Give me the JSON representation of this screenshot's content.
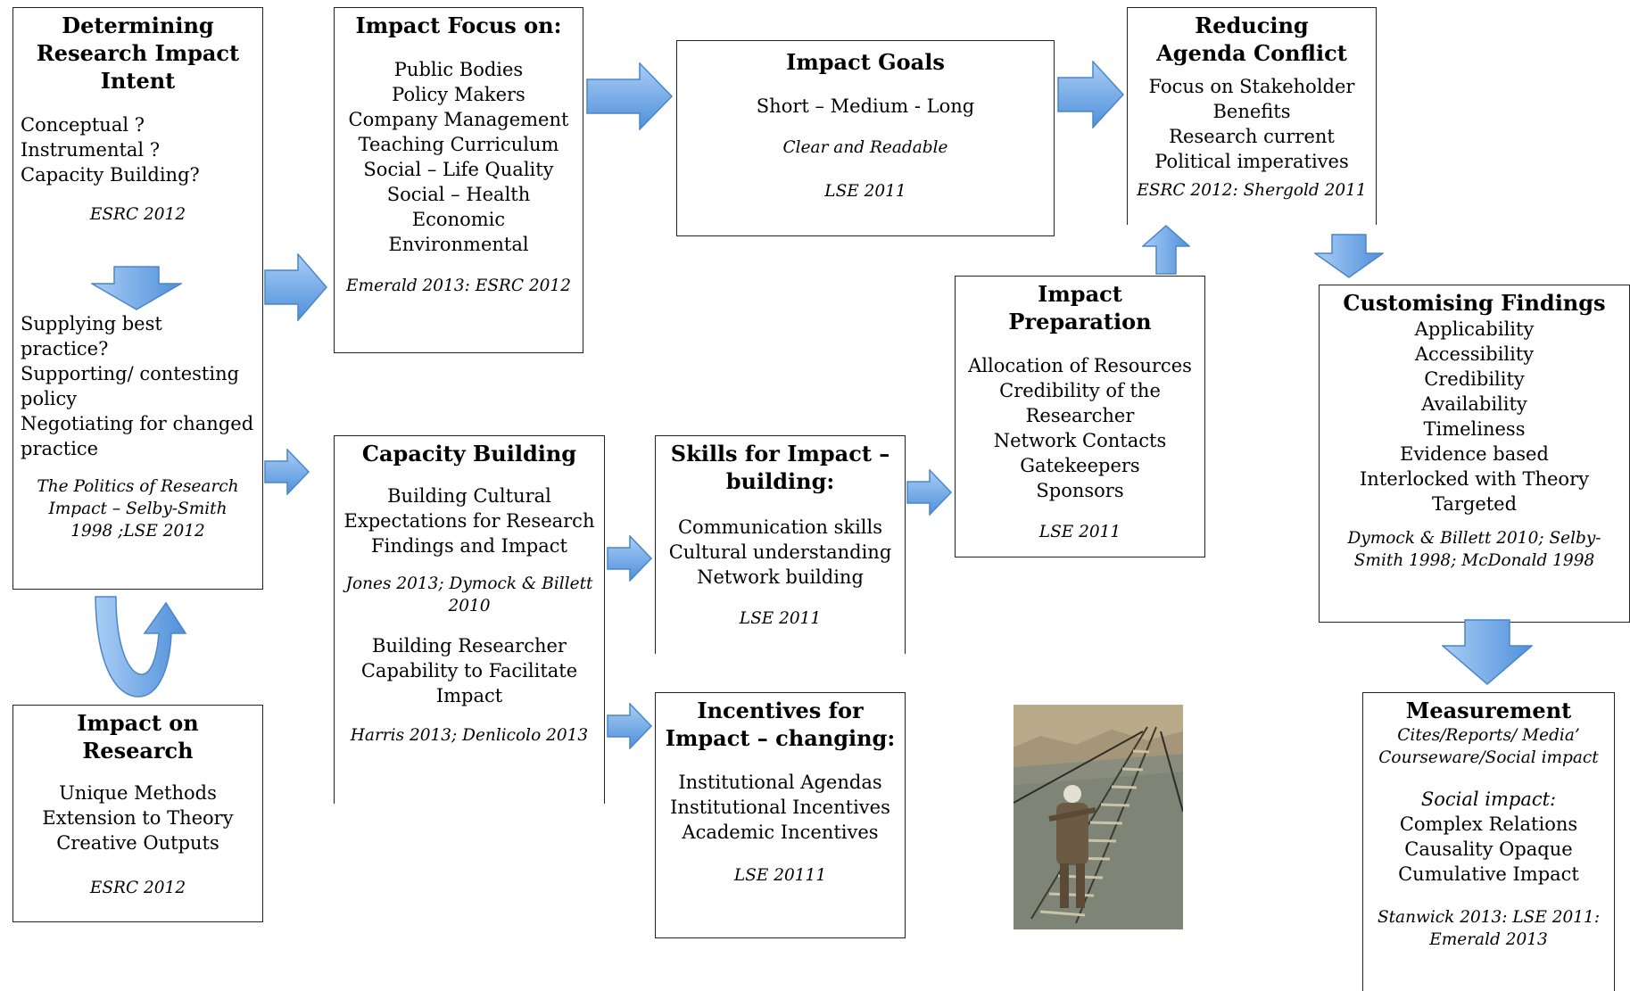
{
  "boxes": {
    "intent": {
      "title": "Determining Research Impact Intent",
      "types": [
        "Conceptual ?",
        "Instrumental ?",
        "Capacity Building?"
      ],
      "cite1": "ESRC 2012",
      "questions": [
        "Supplying best practice?",
        "Supporting/ contesting policy",
        "Negotiating for changed practice"
      ],
      "cite2": "The Politics of Research Impact – Selby-Smith 1998 ;LSE 2012"
    },
    "focus": {
      "title": "Impact Focus on:",
      "items": [
        "Public Bodies",
        "Policy Makers",
        "Company Management",
        "Teaching Curriculum",
        "Social – Life Quality",
        "Social – Health",
        "Economic",
        "Environmental"
      ],
      "cite": "Emerald 2013: ESRC 2012"
    },
    "goals": {
      "title": "Impact Goals",
      "range": "Short – Medium - Long",
      "quality": "Clear and Readable",
      "cite": "LSE 2011"
    },
    "agenda": {
      "title": "Reducing Agenda Conflict",
      "items": [
        "Focus on Stakeholder",
        "Benefits",
        "Research current",
        "Political imperatives"
      ],
      "cite": "ESRC 2012: Shergold 2011"
    },
    "preparation": {
      "title": "Impact Preparation",
      "items": [
        "Allocation of Resources",
        "Credibility of the",
        "Researcher",
        "Network Contacts",
        "Gatekeepers",
        "Sponsors"
      ],
      "cite": "LSE 2011"
    },
    "customising": {
      "title": "Customising Findings",
      "items": [
        "Applicability",
        "Accessibility",
        "Credibility",
        "Availability",
        "Timeliness",
        "Evidence based",
        "Interlocked with Theory",
        "Targeted"
      ],
      "cite": "Dymock & Billett 2010; Selby-Smith 1998; McDonald 1998"
    },
    "capacity": {
      "title": "Capacity Building",
      "text1": "Building Cultural Expectations for Research Findings and Impact",
      "cite1": "Jones 2013; Dymock & Billett 2010",
      "text2": "Building Researcher Capability to Facilitate Impact",
      "cite2": "Harris 2013; Denlicolo 2013"
    },
    "skills": {
      "title": "Skills for Impact – building:",
      "items": [
        "Communication skills",
        "Cultural understanding",
        "Network building"
      ],
      "cite": "LSE 2011"
    },
    "incentives": {
      "title": "Incentives for Impact – changing:",
      "items": [
        "Institutional Agendas",
        "Institutional Incentives",
        "Academic Incentives"
      ],
      "cite": "LSE 20111"
    },
    "research": {
      "title": "Impact on Research",
      "items": [
        "Unique Methods",
        "Extension to Theory",
        "Creative Outputs"
      ],
      "cite": "ESRC 2012"
    },
    "measurement": {
      "title": "Measurement",
      "sub": "Cites/Reports/ Media’ Courseware/Social impact",
      "social_label": "Social impact:",
      "items": [
        "Complex Relations",
        "Causality Opaque",
        "Cumulative  Impact"
      ],
      "cite": "Stanwick 2013: LSE 2011: Emerald 2013"
    }
  },
  "colors": {
    "arrow_fill": "#5b9be0",
    "arrow_light": "#a9cdf5",
    "arrow_stroke": "#4a86c8",
    "border": "#222222"
  }
}
